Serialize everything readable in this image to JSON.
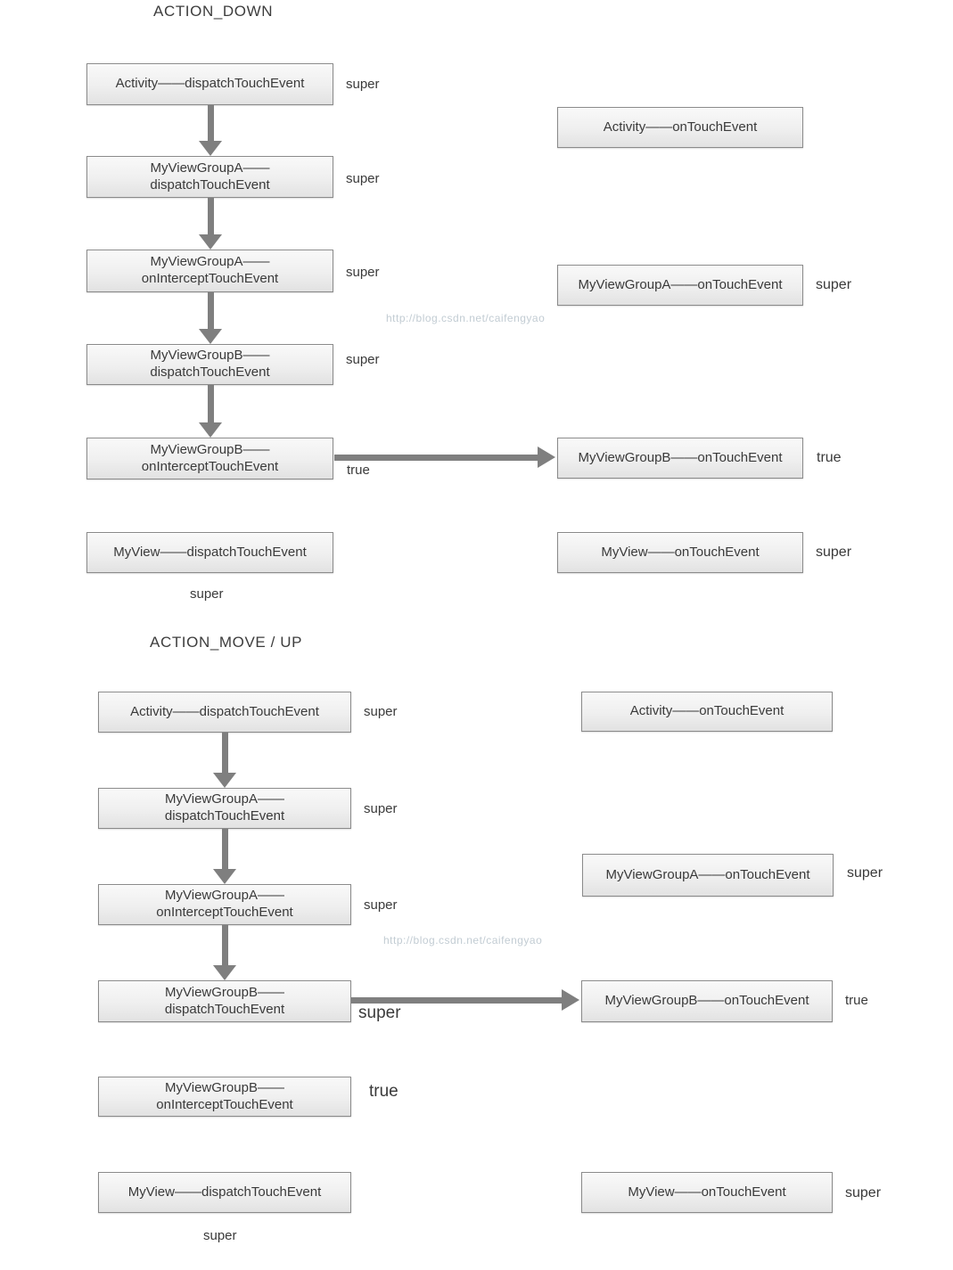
{
  "sections": {
    "down": {
      "title": "ACTION_DOWN",
      "watermark": "http://blog.csdn.net/caifengyao",
      "nodes": [
        {
          "lines": [
            "Activity——dispatchTouchEvent",
            ""
          ],
          "result": "super"
        },
        {
          "lines": [
            "MyViewGroupA——",
            "dispatchTouchEvent"
          ],
          "result": "super"
        },
        {
          "lines": [
            "MyViewGroupA——",
            "onInterceptTouchEvent"
          ],
          "result": "super"
        },
        {
          "lines": [
            "MyViewGroupB——",
            "dispatchTouchEvent"
          ],
          "result": "super"
        },
        {
          "lines": [
            "MyViewGroupB——",
            "onInterceptTouchEvent"
          ],
          "result": "true"
        },
        {
          "lines": [
            "MyView——dispatchTouchEvent",
            ""
          ],
          "result": "super"
        },
        {
          "lines": [
            "Activity——onTouchEvent",
            ""
          ],
          "result": ""
        },
        {
          "lines": [
            "MyViewGroupA——onTouchEvent",
            ""
          ],
          "result": "super"
        },
        {
          "lines": [
            "MyViewGroupB——onTouchEvent",
            ""
          ],
          "result": "true"
        },
        {
          "lines": [
            "MyView——onTouchEvent",
            ""
          ],
          "result": "super"
        }
      ]
    },
    "move": {
      "title": "ACTION_MOVE / UP",
      "watermark": "http://blog.csdn.net/caifengyao",
      "nodes": [
        {
          "lines": [
            "Activity——dispatchTouchEvent",
            ""
          ],
          "result": "super"
        },
        {
          "lines": [
            "MyViewGroupA——",
            "dispatchTouchEvent"
          ],
          "result": "super"
        },
        {
          "lines": [
            "MyViewGroupA——",
            "onInterceptTouchEvent"
          ],
          "result": "super"
        },
        {
          "lines": [
            "MyViewGroupB——",
            "dispatchTouchEvent"
          ],
          "result": "super"
        },
        {
          "lines": [
            "MyViewGroupB——",
            "onInterceptTouchEvent"
          ],
          "result": "true"
        },
        {
          "lines": [
            "MyView——dispatchTouchEvent",
            ""
          ],
          "result": "super"
        },
        {
          "lines": [
            "Activity——onTouchEvent",
            ""
          ],
          "result": ""
        },
        {
          "lines": [
            "MyViewGroupA——onTouchEvent",
            ""
          ],
          "result": "super"
        },
        {
          "lines": [
            "MyViewGroupB——onTouchEvent",
            ""
          ],
          "result": "true"
        },
        {
          "lines": [
            "MyView——onTouchEvent",
            ""
          ],
          "result": "super"
        }
      ]
    }
  }
}
